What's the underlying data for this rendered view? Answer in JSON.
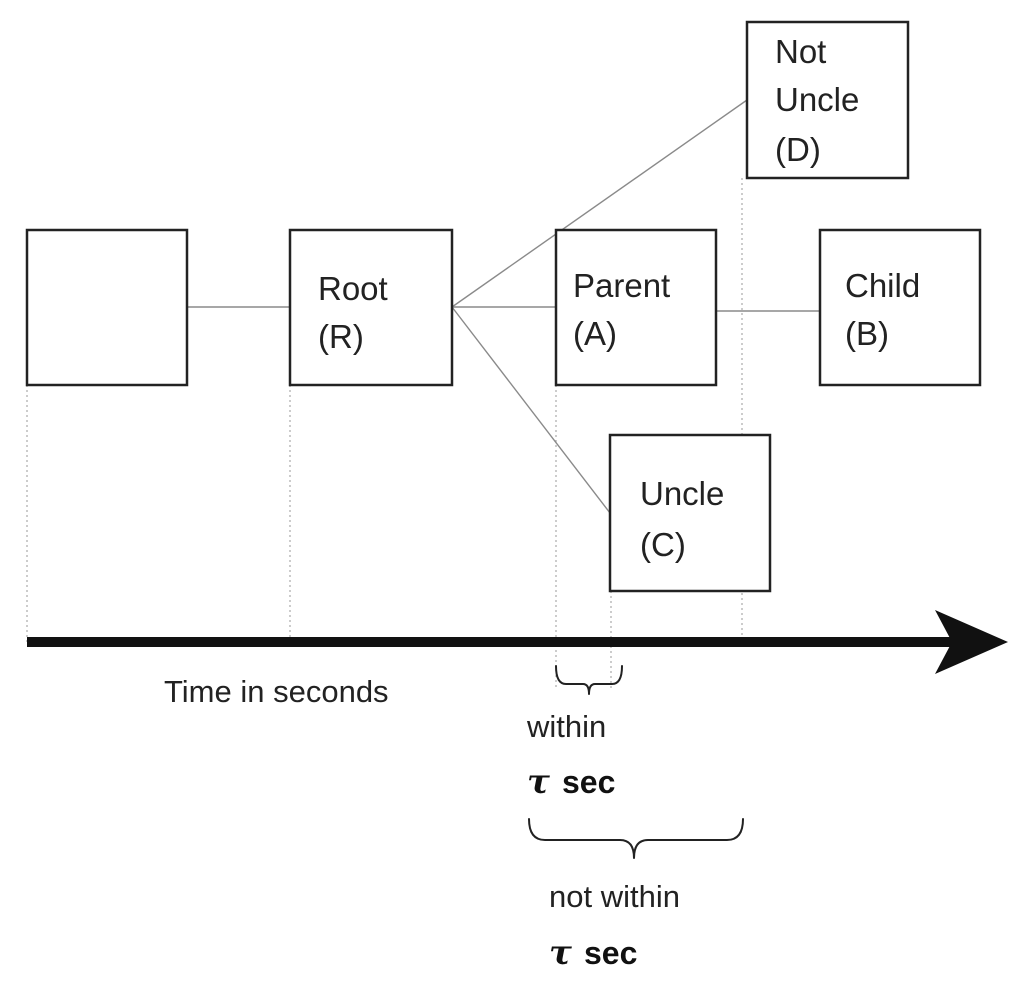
{
  "nodes": {
    "previous": {
      "lines": []
    },
    "root": {
      "lines": [
        "Root",
        "(R)"
      ]
    },
    "parent": {
      "lines": [
        "Parent",
        "(A)"
      ]
    },
    "child": {
      "lines": [
        "Child",
        "(B)"
      ]
    },
    "uncle": {
      "lines": [
        "Uncle",
        "(C)"
      ]
    },
    "not_uncle": {
      "lines": [
        "Not",
        "Uncle",
        "(D)"
      ]
    }
  },
  "axis": {
    "label": "Time in seconds"
  },
  "within": {
    "label": "within",
    "tau": "τ",
    "unit": "sec"
  },
  "not_within": {
    "label": "not within",
    "tau": "τ",
    "unit": "sec"
  }
}
